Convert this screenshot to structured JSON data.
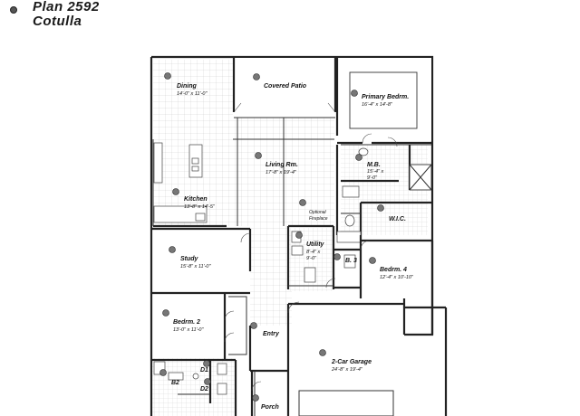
{
  "plan": {
    "title": "Plan  2592",
    "subtitle": "Cotulla"
  },
  "rooms": {
    "dining": {
      "name": "Dining",
      "dims": "14'-0\" x 11'-0\""
    },
    "covered_patio": {
      "name": "Covered Patio"
    },
    "primary_bedroom": {
      "name": "Primary Bedrm.",
      "dims": "16'-4\" x 14'-8\""
    },
    "living": {
      "name": "Living Rm.",
      "dims": "17'-8\" x 19'-4\""
    },
    "kitchen": {
      "name": "Kitchen",
      "dims": "13'-8\" x 14'-5\""
    },
    "optional_fireplace": {
      "name_line1": "Optional",
      "name_line2": "Fireplace"
    },
    "mb": {
      "name": "M.B.",
      "dims_line1": "15'-4\" x",
      "dims_line2": "9'-0\""
    },
    "wic": {
      "name": "W.I.C."
    },
    "utility": {
      "name": "Utility",
      "dims_line1": "8'-4\" x",
      "dims_line2": "9'-0\""
    },
    "b3": {
      "name": "B. 3"
    },
    "study": {
      "name": "Study",
      "dims": "15'-8\" x 11'-0\""
    },
    "bedroom4": {
      "name": "Bedrm.  4",
      "dims": "12'-4\" x 10'-10\""
    },
    "bedroom2": {
      "name": "Bedrm.  2",
      "dims": "13'-0\" x 11'-0\""
    },
    "entry": {
      "name": "Entry"
    },
    "garage": {
      "name": "2-Car Garage",
      "dims": "24'-8\" x 19'-4\""
    },
    "d1": {
      "name": "D1"
    },
    "d2": {
      "name": "D2"
    },
    "b2": {
      "name": "B2"
    },
    "porch": {
      "name": "Porch"
    }
  }
}
